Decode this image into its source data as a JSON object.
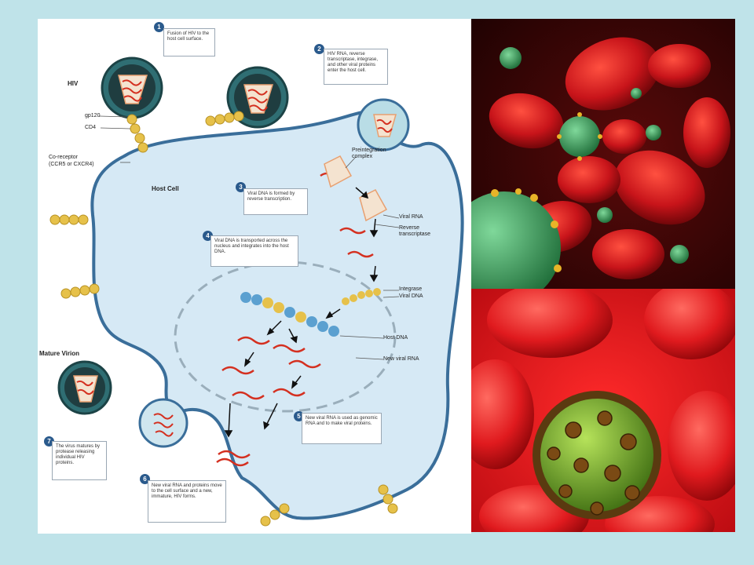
{
  "diagram": {
    "labels": {
      "hiv": "HIV",
      "gp120": "gp120",
      "cd4": "CD4",
      "co_receptor_1": "Co-receptor",
      "co_receptor_2": "(CCR5 or CXCR4)",
      "host_cell": "Host Cell",
      "mature_virion": "Mature Virion",
      "preintegration_1": "Preintegration",
      "preintegration_2": "complex",
      "viral_rna": "Viral RNA",
      "reverse_1": "Reverse",
      "reverse_2": "transcriptase",
      "integrase": "Integrase",
      "viral_dna": "Viral DNA",
      "host_dna": "Host DNA",
      "new_viral_rna": "New viral RNA"
    },
    "steps": [
      {
        "num": "1",
        "text": "Fusion of HIV to the host cell surface."
      },
      {
        "num": "2",
        "text": "HIV RNA, reverse transcriptase, integrase, and other viral proteins enter the host cell."
      },
      {
        "num": "3",
        "text": "Viral DNA is formed by reverse transcription."
      },
      {
        "num": "4",
        "text": "Viral DNA is transported across the nucleus and integrates into the host DNA."
      },
      {
        "num": "5",
        "text": "New viral RNA is used as genomic RNA and to make viral proteins."
      },
      {
        "num": "6",
        "text": "New viral RNA and proteins move to the cell surface and a new, immature, HIV forms."
      },
      {
        "num": "7",
        "text": "The virus matures by protease releasing individual HIV proteins."
      }
    ]
  },
  "colors": {
    "background": "#bfe3e9",
    "cell_fill": "#d6e9f5",
    "membrane": "#3a6e9a",
    "blood_red": "#c8141a",
    "virus_green": "#2e9a4a"
  }
}
